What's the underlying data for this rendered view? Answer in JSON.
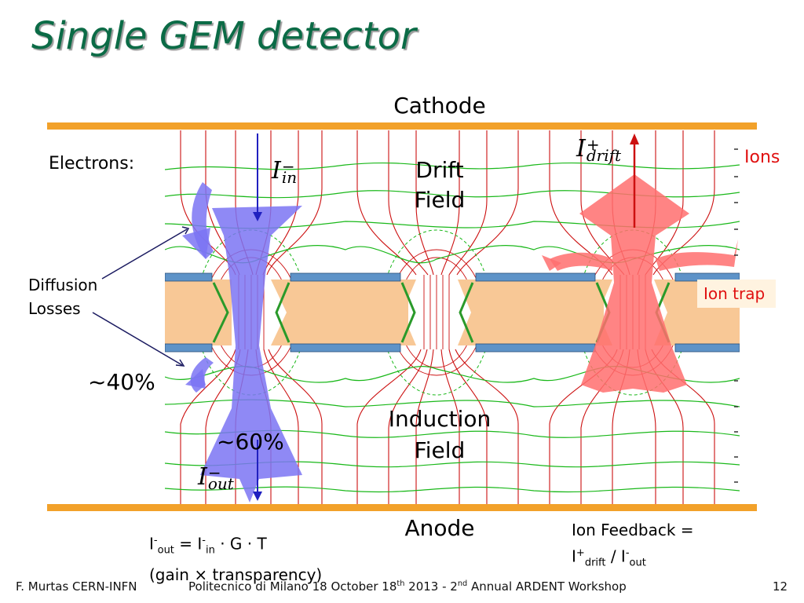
{
  "title": "Single GEM detector",
  "labels": {
    "cathode": "Cathode",
    "anode": "Anode",
    "electrons": "Electrons:",
    "ions": "Ions",
    "drift_field_1": "Drift",
    "drift_field_2": "Field",
    "induction_field_1": "Induction",
    "induction_field_2": "Field",
    "diffusion_1": "Diffusion",
    "diffusion_2": "Losses",
    "pct_40": "~40%",
    "pct_60": "~60%",
    "ion_trap": "Ion trap"
  },
  "math": {
    "i_in_base": "I",
    "i_in_sup": "−",
    "i_in_sub": "in",
    "i_out_base": "I",
    "i_out_sup": "−",
    "i_out_sub": "out",
    "i_drift_base": "I",
    "i_drift_sup": "+",
    "i_drift_sub": "drift"
  },
  "formula_left": {
    "i": "I",
    "sup_minus": "-",
    "out": "out",
    "eq": " = I",
    "in": "in",
    "rest": " · G · T",
    "line2": "(gain × transparency)"
  },
  "formula_right": {
    "line1": "Ion Feedback =",
    "i": "I",
    "sup_plus": "+",
    "drift": "drift",
    "slash": " / I",
    "sup_minus": "-",
    "out": "out"
  },
  "footer": {
    "left": "F. Murtas CERN-INFN",
    "center_a": "Politecnico di Milano 18 October 18",
    "center_th": "th",
    "center_b": " 2013 - 2",
    "center_nd": "nd",
    "center_c": " Annual ARDENT Workshop",
    "page": "12"
  },
  "colors": {
    "title": "#0b6b46",
    "electrode": "#f2a12a",
    "copper": "#5e93c8",
    "kapton": "#f8c896",
    "field_lines": "#cc1010",
    "equipotentials": "#1ab81a",
    "electron_flow": "#7b74f3",
    "ion_flow": "#ff6f6f",
    "ion_label": "#e01010"
  }
}
